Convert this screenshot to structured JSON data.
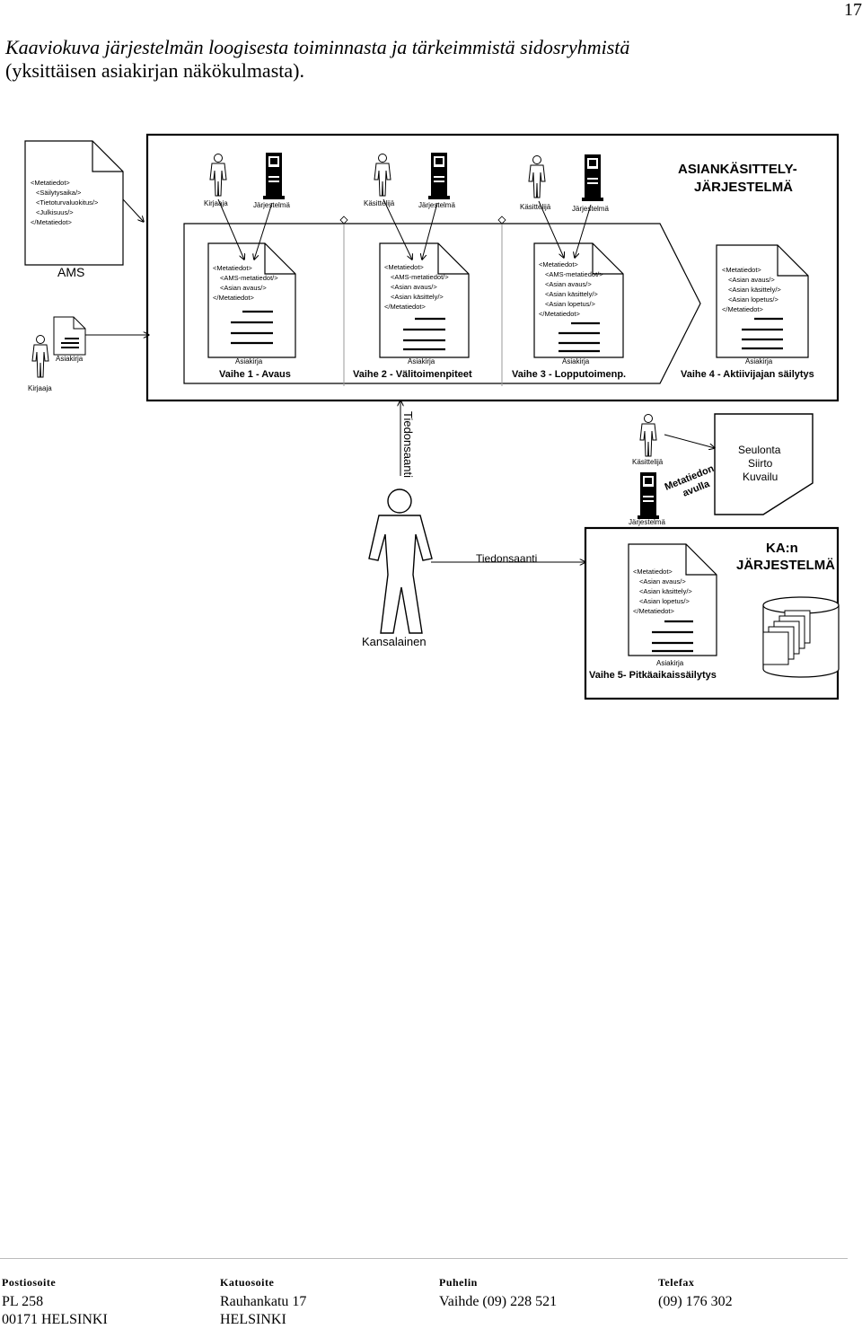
{
  "page_number": "17",
  "title": {
    "line1": "Kaaviokuva järjestelmän loogisesta toiminnasta ja tärkeimmistä sidosryhmistä",
    "line2": "(yksittäisen asiakirjan näkökulmasta)."
  },
  "diagram": {
    "ams_doc_lines": [
      "<Metatiedot>",
      "<Säilytysaika/>",
      "<Tietoturvaluokitus/>",
      "<Julkisuus/>",
      "</Metatiedot>"
    ],
    "ams_label": "AMS",
    "kirjaaja_label": "Kirjaaja",
    "jarjestelma_label": "Järjestelmä",
    "kasittelija_label": "Käsittelijä",
    "asia_system_title_1": "ASIANKÄSITTELY-",
    "asia_system_title_2": "JÄRJESTELMÄ",
    "asiakirja_label": "Asiakirja",
    "stage1_doc": [
      "<Metatiedot>",
      "<AMS-metatiedot/>",
      "<Asian avaus/>",
      "</Metatiedot>"
    ],
    "stage2_doc": [
      "<Metatiedot>",
      "<AMS-metatiedot/>",
      "<Asian avaus/>",
      "<Asian käsittely/>",
      "</Metatiedot>"
    ],
    "stage3_doc": [
      "<Metatiedot>",
      "<AMS-metatiedot/>",
      "<Asian avaus/>",
      "<Asian käsittely/>",
      "<Asian lopetus/>",
      "</Metatiedot>"
    ],
    "stage4_doc": [
      "<Metatiedot>",
      "<Asian avaus/>",
      "<Asian käsittely/>",
      "<Asian lopetus/>",
      "</Metatiedot>"
    ],
    "stage5_doc": [
      "<Metatiedot>",
      "<Asian avaus/>",
      "<Asian käsittely/>",
      "<Asian lopetus/>",
      "</Metatiedot>"
    ],
    "stage1": "Vaihe 1 - Avaus",
    "stage2": "Vaihe 2 - Välitoimenpiteet",
    "stage3": "Vaihe 3 - Lopputoimenp.",
    "stage4": "Vaihe 4 - Aktiivijajan säilytys",
    "stage5": "Vaihe 5- Pitkäaikaissäilytys",
    "tiedonsaanti": "Tiedonsaanti",
    "kansalainen": "Kansalainen",
    "seulonta_lines": [
      "Seulonta",
      "Siirto",
      "Kuvailu"
    ],
    "metatiedot_avulla_1": "Metatiedon",
    "metatiedot_avulla_2": "avulla",
    "ka_title_1": "KA:n",
    "ka_title_2": "JÄRJESTELMÄ"
  },
  "footer": {
    "col1": {
      "heading": "Postiosoite",
      "line1": "PL 258",
      "line2": "00171 HELSINKI"
    },
    "col2": {
      "heading": "Katuosoite",
      "line1": "Rauhankatu 17",
      "line2": "HELSINKI"
    },
    "col3": {
      "heading": "Puhelin",
      "line1": "Vaihde (09) 228 521"
    },
    "col4": {
      "heading": "Telefax",
      "line1": "(09) 176 302"
    }
  }
}
